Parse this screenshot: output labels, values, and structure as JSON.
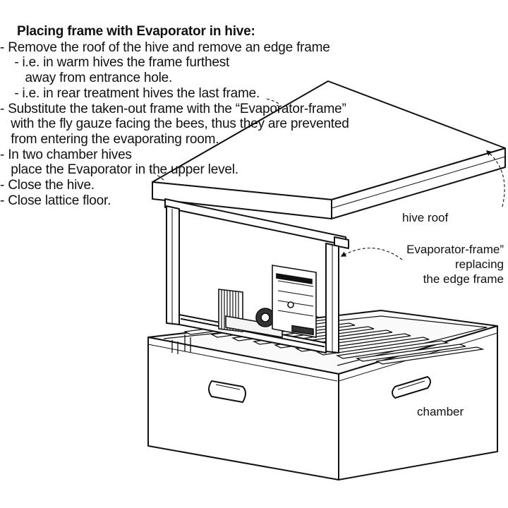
{
  "instructions": {
    "title": "Placing frame with Evaporator in hive:",
    "lines": [
      "- Remove the roof of the hive and remove an edge frame",
      "    - i.e. in warm hives the frame furthest",
      "       away from entrance hole.",
      "    - i.e. in rear treatment hives the last frame.",
      "- Substitute the taken-out frame with the “Evaporator-frame”",
      "   with the fly gauze facing the bees, thus they are prevented",
      "   from entering the evaporating room.",
      "- In two chamber hives",
      "   place the Evaporator in the upper level.",
      "- Close the hive.",
      "- Close lattice floor."
    ]
  },
  "labels": {
    "hive_roof": "hive roof",
    "evaporator_frame": "Evaporator-frame”\nreplacing\nthe edge frame",
    "chamber": "chamber"
  },
  "colors": {
    "stroke": "#111111",
    "background": "#ffffff",
    "device_fill": "#f4f4f4"
  },
  "icons": {
    "arrow_roof": "curved-dashed-arrow",
    "arrow_frame": "curved-dashed-arrow"
  }
}
